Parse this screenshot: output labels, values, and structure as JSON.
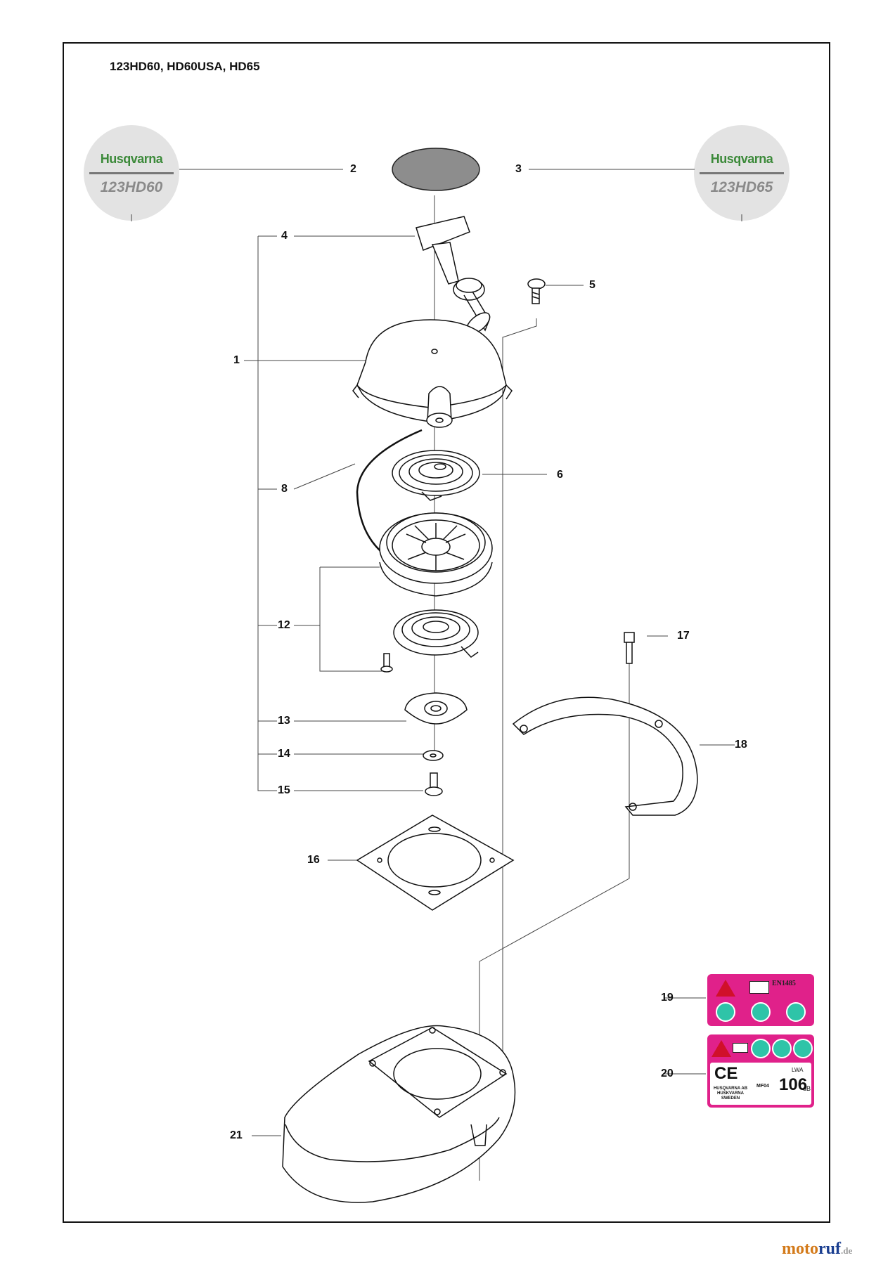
{
  "header": {
    "models": "123HD60, HD60USA, HD65"
  },
  "badges": {
    "left": {
      "brand": "Husqvarna",
      "model": "123HD60"
    },
    "right": {
      "brand": "Husqvarna",
      "model": "123HD65"
    }
  },
  "callouts": [
    "1",
    "2",
    "3",
    "4",
    "5",
    "6",
    "8",
    "12",
    "13",
    "14",
    "15",
    "16",
    "17",
    "18",
    "19",
    "20",
    "21"
  ],
  "stickers": {
    "s19": {
      "code": "EN1485"
    },
    "s20": {
      "ce": "CE",
      "maker": "HUSQVARNA AB HUSKVARNA SWEDEN",
      "mark": "MF04",
      "lwa": "LWA",
      "noise": "106",
      "unit": "dB"
    }
  },
  "watermark": {
    "main": "moto",
    "accent": "ruf",
    "tld": ".de"
  },
  "colors": {
    "brand_green": "#3c8a3a",
    "sticker_magenta": "#e0218a",
    "icon_teal": "#2ec4a8",
    "warning_red": "#d0102a"
  }
}
